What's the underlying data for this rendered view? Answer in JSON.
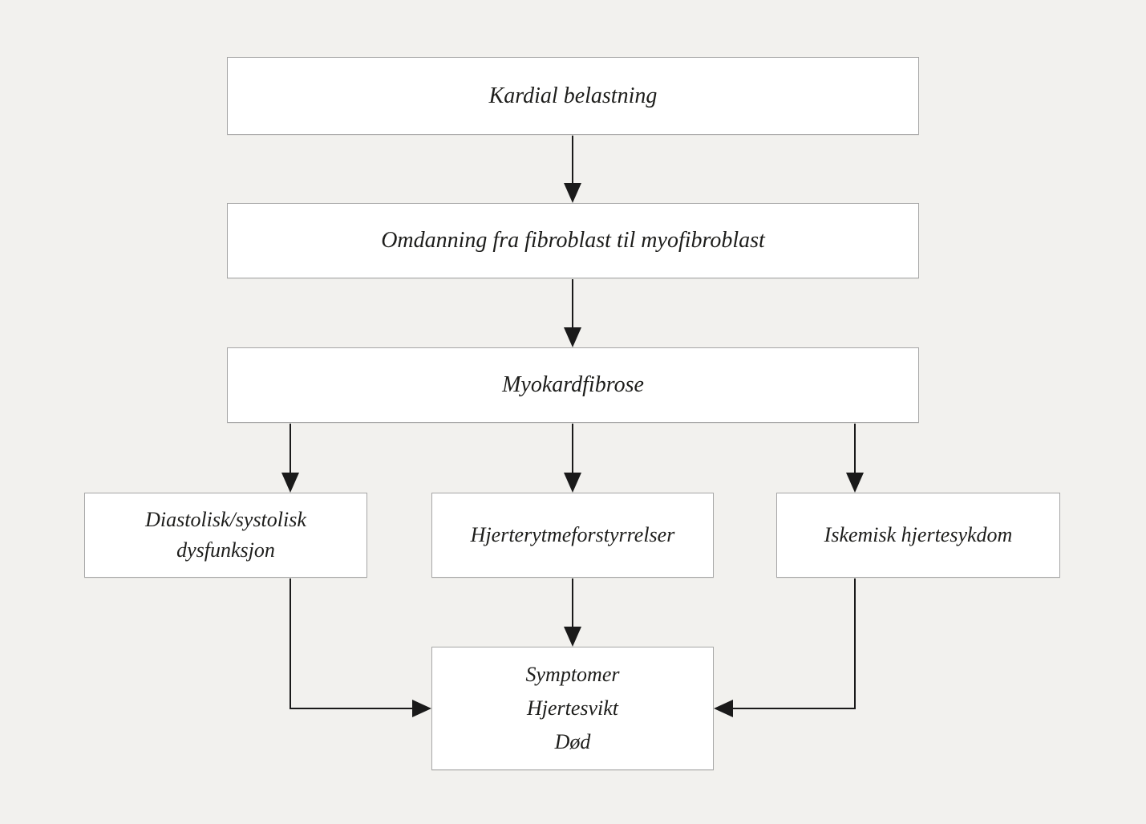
{
  "diagram": {
    "nodes": {
      "kardial": {
        "label": "Kardial belastning"
      },
      "omdanning": {
        "label": "Omdanning fra fibroblast til myofibroblast"
      },
      "myokardfibrose": {
        "label": "Myokardfibrose"
      },
      "dysfunksjon": {
        "line1": "Diastolisk/systolisk",
        "line2": "dysfunksjon"
      },
      "rytmeforstyrrelser": {
        "label": "Hjerterytmeforstyrrelser"
      },
      "iskemisk": {
        "label": "Iskemisk hjertesykdom"
      },
      "utfall": {
        "line1": "Symptomer",
        "line2": "Hjertesvikt",
        "line3": "Død"
      }
    },
    "colors": {
      "background": "#f2f1ee",
      "box_fill": "#ffffff",
      "box_border": "#a6a6a6",
      "text": "#1d1d1b",
      "arrow": "#1a1a1a"
    }
  }
}
